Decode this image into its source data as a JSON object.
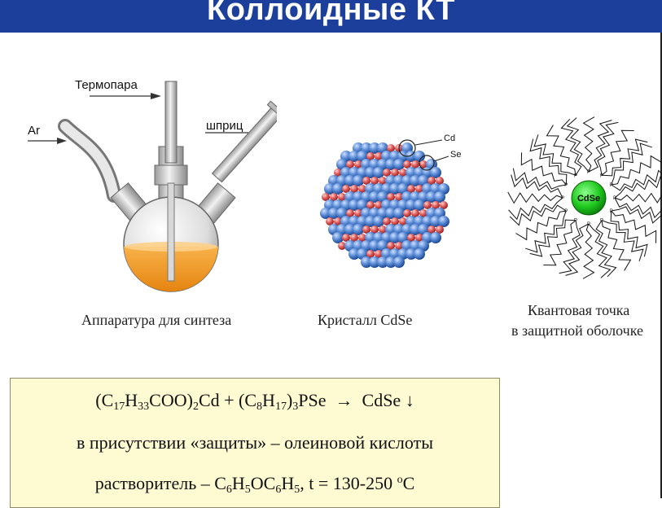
{
  "title": "Коллоидные КТ",
  "apparatus": {
    "label_thermocouple": "Термопара",
    "label_ar": "Ar",
    "label_syringe": "шприц",
    "caption": "Аппаратура для синтеза"
  },
  "crystal": {
    "label_cd": "Cd",
    "label_se": "Se",
    "caption": "Кристалл CdSe"
  },
  "quantum_dot": {
    "core_label": "CdSe",
    "ligand_p": "P",
    "ligand_o": "O",
    "caption_line1": "Квантовая точка",
    "caption_line2": "в защитной оболочке"
  },
  "formula": {
    "reactant1_open": "(C",
    "reactant1_c": "17",
    "reactant1_h_pre": "H",
    "reactant1_h": "33",
    "reactant1_rest": "COO)",
    "reactant1_n": "2",
    "reactant1_end": "Cd + (C",
    "reactant2_c": "8",
    "reactant2_h_pre": "H",
    "reactant2_h": "17",
    "reactant2_close": ")",
    "reactant2_n": "3",
    "reactant2_end": "PSe",
    "arrow": "→",
    "product": "CdSe",
    "precipitate": "↓",
    "line2": "в присутствии «защиты» – олеиновой кислоты",
    "line3_pre": "растворитель – C",
    "line3_s1": "6",
    "line3_h": "H",
    "line3_s2": "5",
    "line3_oc": "OC",
    "line3_s3": "6",
    "line3_h2": "H",
    "line3_s4": "5",
    "line3_temp": ",  t = 130-250 ",
    "line3_deg": "o",
    "line3_unit": "C"
  },
  "colors": {
    "title_bg": "#1c3f9c",
    "liquid": "#f39a1e",
    "sphere_blue": "#4f7fc8",
    "sphere_red": "#d9534f",
    "core_green": "#1ec81e",
    "formula_bg": "#fefad2"
  }
}
